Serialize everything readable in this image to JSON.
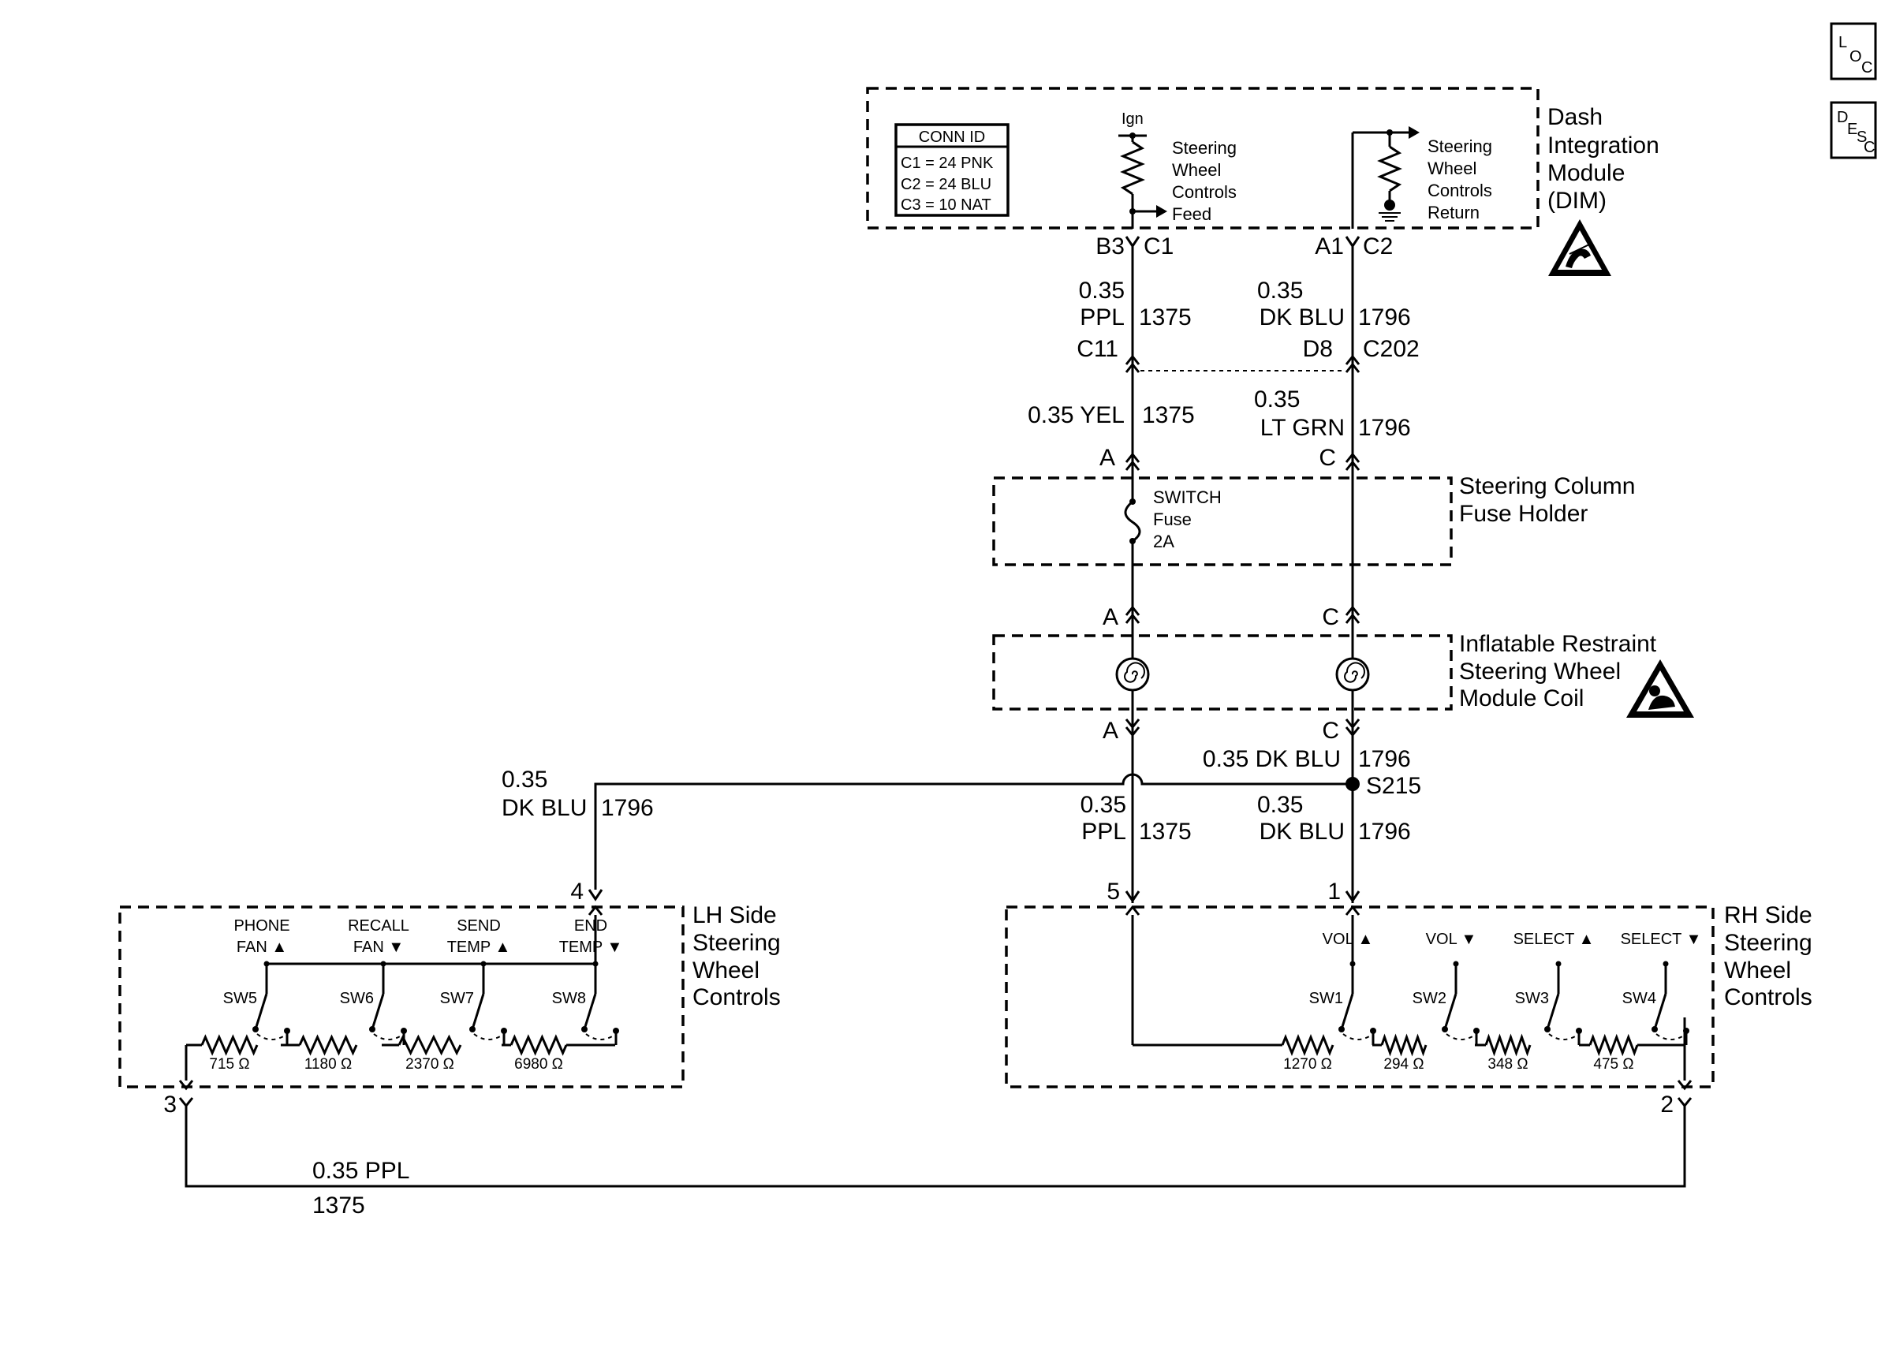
{
  "icons": {
    "loc": "LOC",
    "desc": "DESC",
    "loc_parts": [
      "L",
      "O",
      "C"
    ],
    "desc_parts": [
      "D",
      "E",
      "S",
      "C"
    ]
  },
  "dim": {
    "title_lines": [
      "Dash",
      "Integration",
      "Module",
      "(DIM)"
    ],
    "conn_id": {
      "header": "CONN ID",
      "rows": [
        "C1 = 24 PNK",
        "C2 = 24 BLU",
        "C3 = 10 NAT"
      ]
    },
    "ign": "Ign",
    "feed_lines": [
      "Steering",
      "Wheel",
      "Controls",
      "Feed"
    ],
    "return_lines": [
      "Steering",
      "Wheel",
      "Controls",
      "Return"
    ],
    "pin_left": "B3",
    "conn_left": "C1",
    "pin_right": "A1",
    "conn_right": "C2"
  },
  "wires": {
    "w1_size": "0.35",
    "w1_color": "PPL",
    "w1_circuit": "1375",
    "w2_size": "0.35",
    "w2_color": "DK BLU",
    "w2_circuit": "1796",
    "c11": "C11",
    "d8": "D8",
    "c202": "C202",
    "w3_label": "0.35 YEL",
    "w3_circuit": "1375",
    "w4_size": "0.35",
    "w4_color": "LT GRN",
    "w4_circuit": "1796",
    "w5_label": "0.35 DK BLU",
    "w5_circuit": "1796",
    "splice": "S215",
    "w6_size": "0.35",
    "w6_color": "DK BLU",
    "w6_circuit": "1796",
    "w7_size": "0.35",
    "w7_color": "PPL",
    "w7_circuit": "1375",
    "w8_size": "0.35",
    "w8_color": "DK BLU",
    "w8_circuit": "1796",
    "bottom_label": "0.35 PPL",
    "bottom_circuit": "1375"
  },
  "fuse_holder": {
    "title_lines": [
      "Steering Column",
      "Fuse Holder"
    ],
    "pin_a_top": "A",
    "pin_c_top": "C",
    "pin_a_bottom": "A",
    "pin_c_bottom": "C",
    "fuse_lines": [
      "SWITCH",
      "Fuse",
      "2A"
    ]
  },
  "coil": {
    "title_lines": [
      "Inflatable Restraint",
      "Steering Wheel",
      "Module Coil"
    ],
    "pin_a": "A",
    "pin_c": "C"
  },
  "lh": {
    "title_lines": [
      "LH Side",
      "Steering",
      "Wheel",
      "Controls"
    ],
    "pin_top": "4",
    "pin_bottom": "3",
    "switches": [
      {
        "l1": "PHONE",
        "l2": "FAN ▲",
        "sw": "SW5"
      },
      {
        "l1": "RECALL",
        "l2": "FAN ▼",
        "sw": "SW6"
      },
      {
        "l1": "SEND",
        "l2": "TEMP ▲",
        "sw": "SW7"
      },
      {
        "l1": "END",
        "l2": "TEMP ▼",
        "sw": "SW8"
      }
    ],
    "resistors": [
      "715 Ω",
      "1180 Ω",
      "2370 Ω",
      "6980 Ω"
    ]
  },
  "rh": {
    "title_lines": [
      "RH Side",
      "Steering",
      "Wheel",
      "Controls"
    ],
    "pin_top_left": "5",
    "pin_top_right": "1",
    "pin_bottom": "2",
    "switches": [
      {
        "l1": "VOL ▲",
        "sw": "SW1"
      },
      {
        "l1": "VOL ▼",
        "sw": "SW2"
      },
      {
        "l1": "SELECT ▲",
        "sw": "SW3"
      },
      {
        "l1": "SELECT ▼",
        "sw": "SW4"
      }
    ],
    "resistors": [
      "1270 Ω",
      "294 Ω",
      "348 Ω",
      "475 Ω"
    ]
  }
}
